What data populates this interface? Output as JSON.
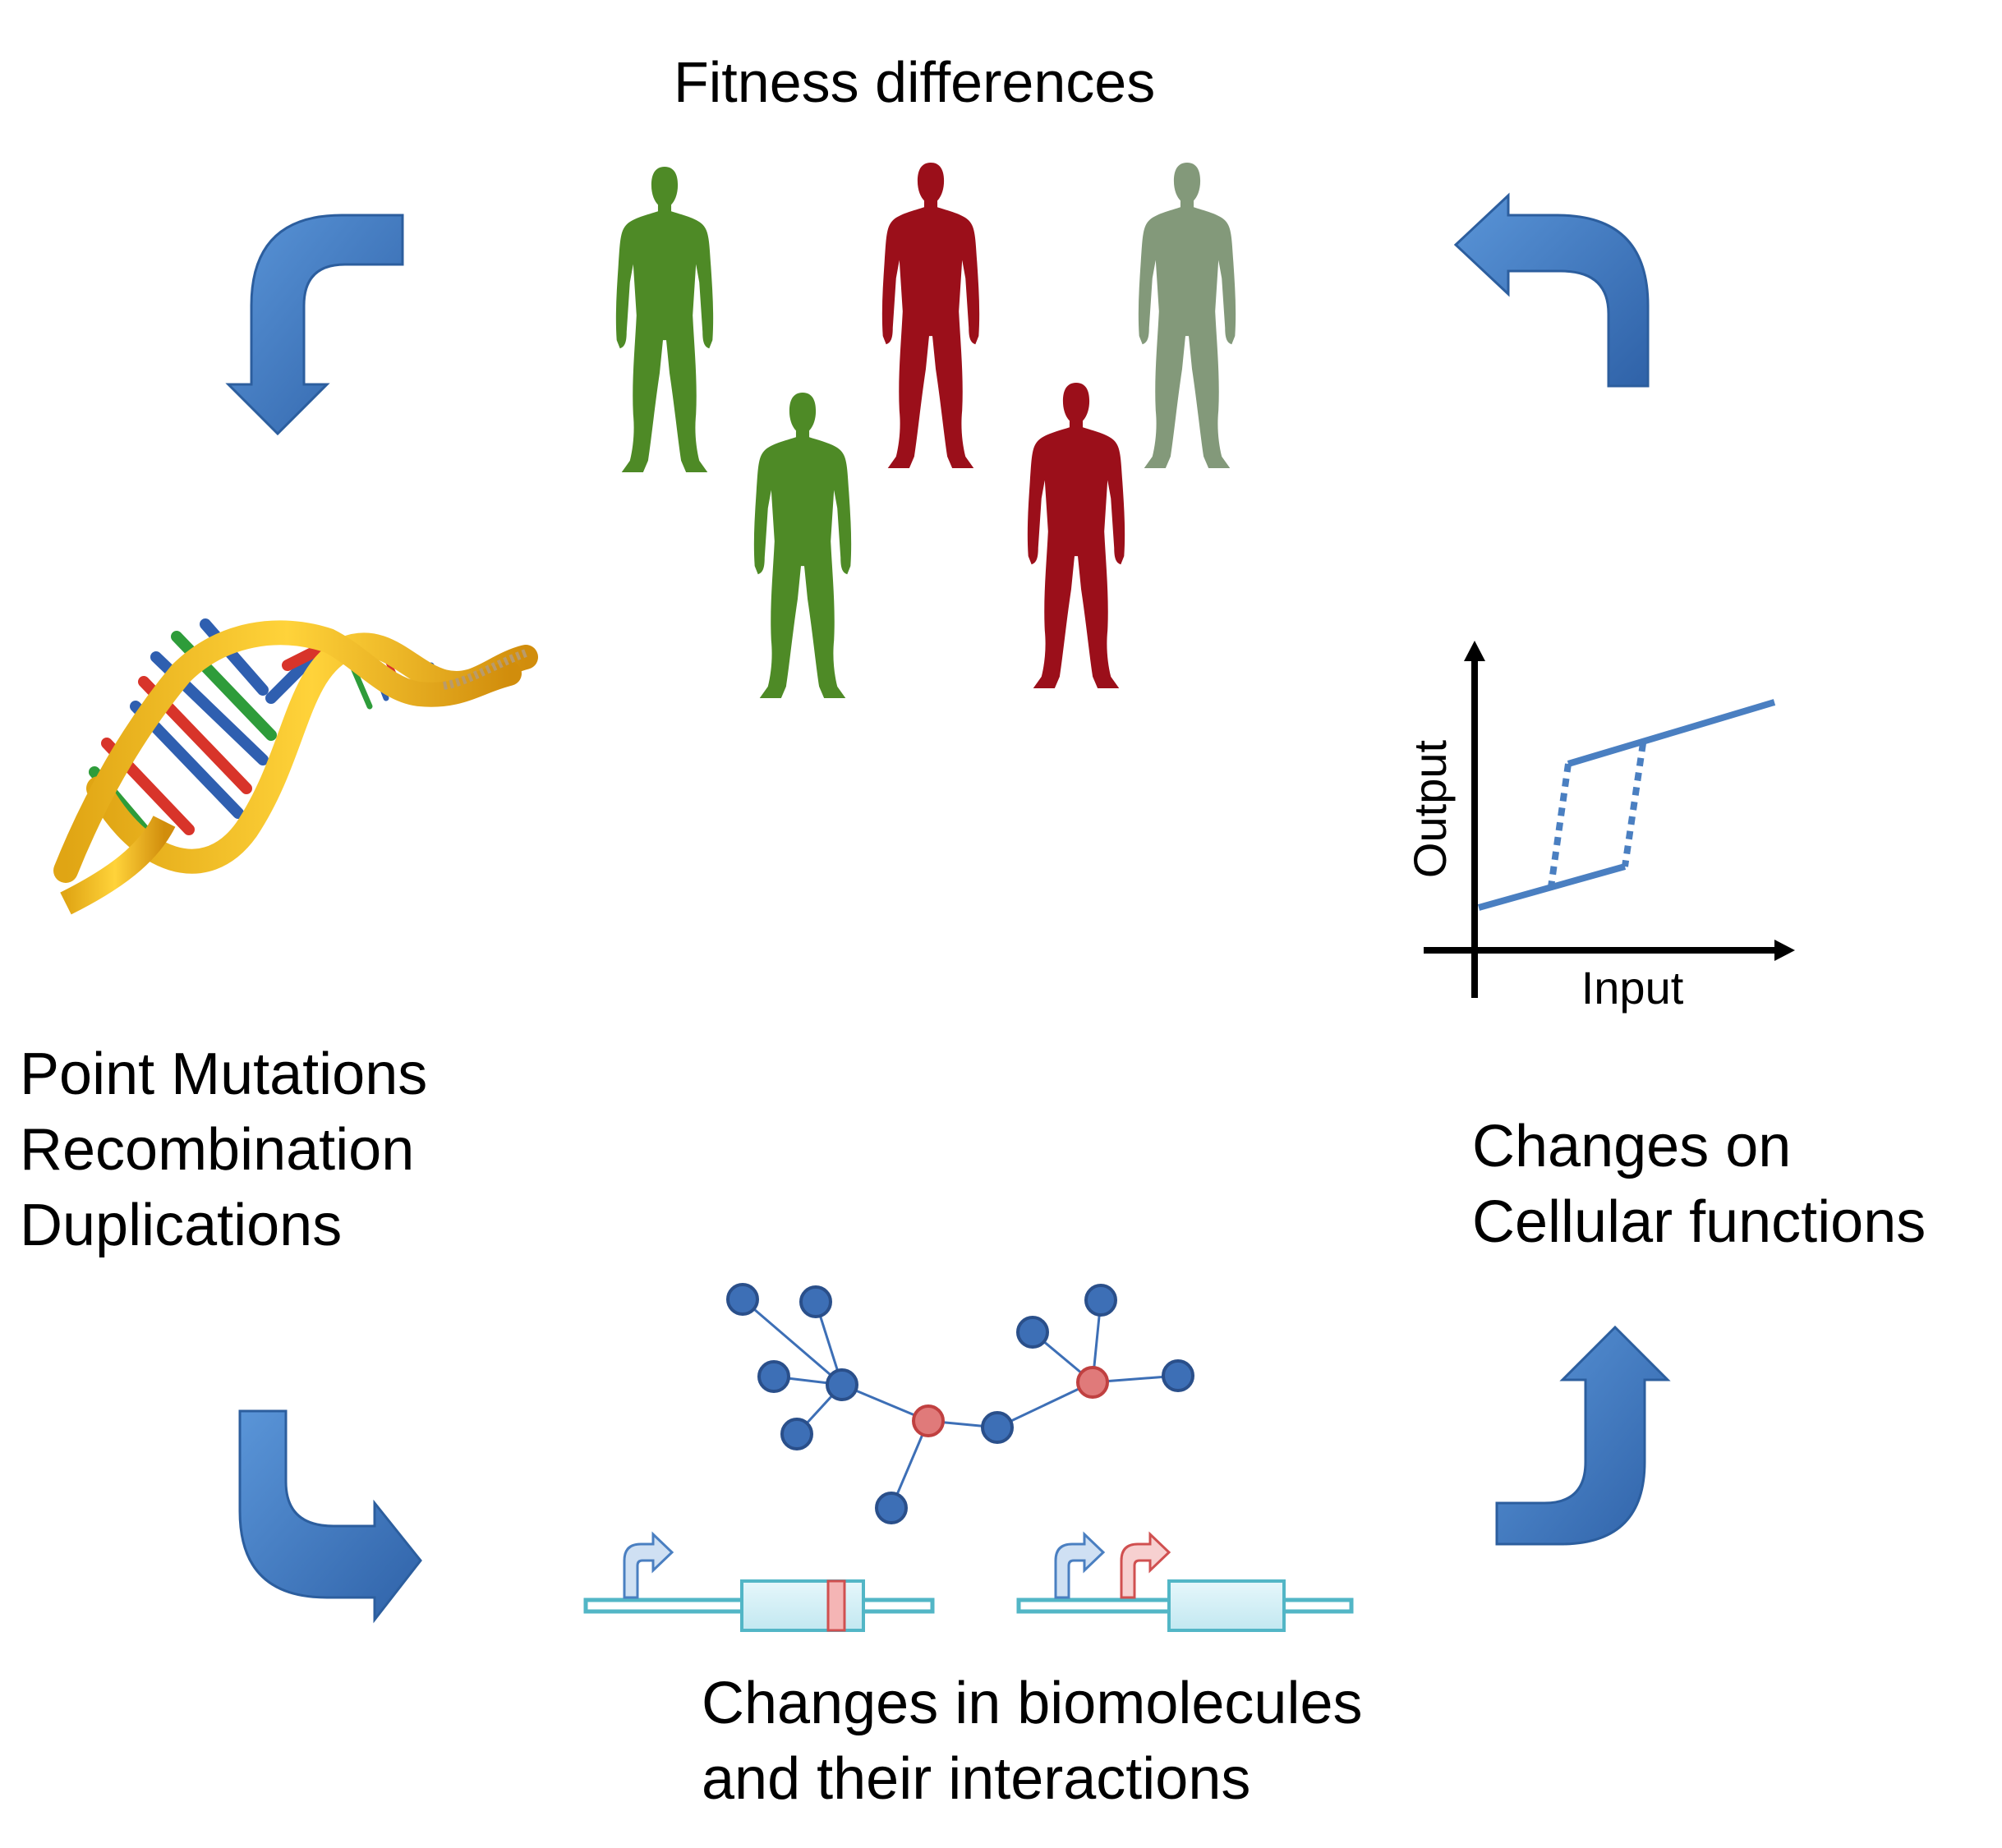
{
  "title": "Fitness differences",
  "left_labels": [
    "Point Mutations",
    "Recombination",
    "Duplications"
  ],
  "right_labels": [
    "Changes on",
    "Cellular functions"
  ],
  "bottom_labels": [
    "Changes in biomolecules",
    "and their interactions"
  ],
  "graph": {
    "ylabel": "Output",
    "xlabel": "Input"
  },
  "colors": {
    "arrow_blue": "#3f7cc6",
    "green_figure": "#4e8a26",
    "red_figure": "#9b0f1a",
    "grey_green_figure": "#83997a",
    "node_blue": "#3d6fb6",
    "node_red": "#e07a7a",
    "graph_line": "#4a7fc1",
    "gene_line": "#52b6c6"
  },
  "figures": [
    {
      "name": "figure-green-1",
      "color": "green_figure"
    },
    {
      "name": "figure-red-1",
      "color": "red_figure"
    },
    {
      "name": "figure-grey-green",
      "color": "grey_green_figure"
    },
    {
      "name": "figure-green-2",
      "color": "green_figure"
    },
    {
      "name": "figure-red-2",
      "color": "red_figure"
    }
  ]
}
